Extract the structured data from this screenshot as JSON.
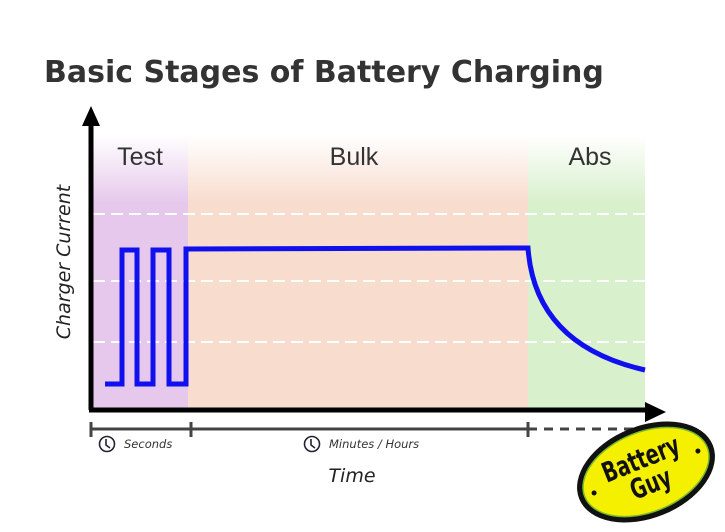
{
  "title": "Basic Stages of Battery Charging",
  "y_axis_label": "Charger Current",
  "x_axis_label": "Time",
  "phases": [
    {
      "label": "Test",
      "color": "#e6c8ec"
    },
    {
      "label": "Bulk",
      "color": "#f8dccd"
    },
    {
      "label": "Abs",
      "color": "#d8f0cc"
    }
  ],
  "timeline": {
    "seconds_label": "Seconds",
    "minutes_label": "Minutes / Hours"
  },
  "line_color": "#1010ee",
  "logo": {
    "line1": "Battery",
    "line2": "Guy",
    "color": "#f5f000"
  }
}
